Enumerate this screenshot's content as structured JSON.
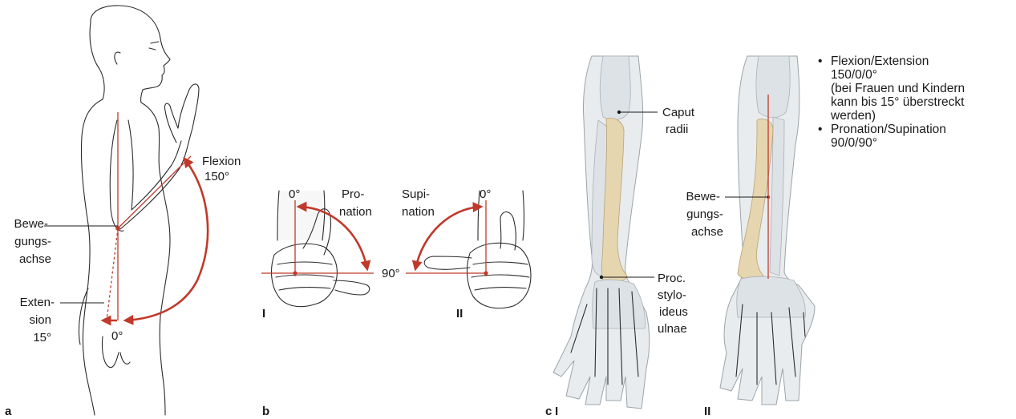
{
  "panel_a": {
    "panel_letter": "a",
    "flexion_label": "Flexion",
    "flexion_value": "150°",
    "axis_label_lines": [
      "Bewe-",
      "gungs-",
      "achse"
    ],
    "extension_label_lines": [
      "Exten-",
      "sion"
    ],
    "extension_value": "15°",
    "zero_label": "0°"
  },
  "panel_b": {
    "panel_letter": "b",
    "hand_1": {
      "zero_label": "0°",
      "motion_label_lines": [
        "Pro-",
        "nation"
      ],
      "roman": "I"
    },
    "hand_2": {
      "zero_label": "0°",
      "motion_label_lines": [
        "Supi-",
        "nation"
      ],
      "roman": "II"
    },
    "ninety_label": "90°"
  },
  "panel_c": {
    "panel_letter": "c",
    "roman_1": "I",
    "roman_2": "II",
    "caput_label_lines": [
      "Caput",
      "radii"
    ],
    "styloid_label_lines": [
      "Proc.",
      "stylo-",
      "ideus",
      "ulnae"
    ],
    "axis_label_lines": [
      "Bewe-",
      "gungs-",
      "achse"
    ]
  },
  "summary": [
    {
      "title": "Flexion/Extension",
      "value": "150/0/0°",
      "note_lines": [
        "(bei Frauen und Kindern",
        "kann bis 15° überstreckt",
        "werden)"
      ]
    },
    {
      "title": "Pronation/Supination",
      "value": "90/0/90°",
      "note_lines": []
    }
  ],
  "colors": {
    "accent": "#c0392b",
    "text": "#1a1a1a",
    "bone_radius": "#e6d6b0",
    "bone_other": "#dde2e6"
  }
}
